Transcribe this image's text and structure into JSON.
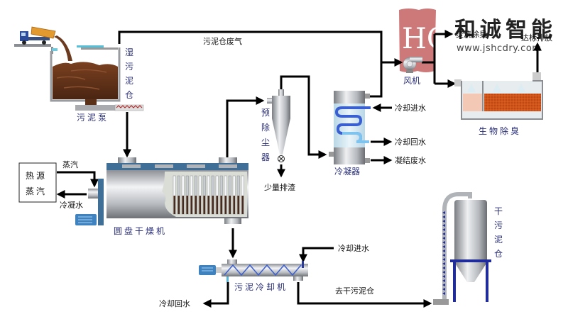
{
  "logo": {
    "mark": "HC",
    "brand_name": "和诚智能",
    "website": "www.jshcdry.com",
    "mark_color": "#c86a6a"
  },
  "equipment": {
    "wet_silo": [
      "湿",
      "污",
      "泥",
      "仓"
    ],
    "sludge_pump": "污泥泵",
    "disc_dryer": "圆盘干燥机",
    "cyclone": [
      "预",
      "除",
      "尘",
      "器"
    ],
    "condenser": "冷凝器",
    "fan": "风机",
    "bio_deodorizer": "生物除臭",
    "sludge_cooler": "污泥冷却机",
    "dry_silo": [
      "干",
      "污",
      "泥",
      "仓"
    ],
    "heat_source": [
      "热源",
      "蒸汽"
    ]
  },
  "flows": {
    "silo_exhaust": "污泥仓废气",
    "steam": "蒸汽",
    "condensate": "冷凝水",
    "dust_discharge": "少量排渣",
    "cond_cooling_in": "冷却进水",
    "cond_cooling_return": "冷却回水",
    "cond_waste_water": "凝结废水",
    "incineration": "焚烧除臭",
    "discharge_standard": "达标排放",
    "cooler_cooling_in": "冷却进水",
    "cooler_cooling_return": "冷却回水",
    "to_dry_silo": "去干污泥仓"
  },
  "colors": {
    "label_blue": "#2a2f7a",
    "sludge_brown": "#6b3a1f",
    "dryer_blue": "#3f6f96",
    "coil_blue": "#3a5fd0",
    "bio_media": "#d0541a",
    "silo_frame": "#1f2c9a"
  }
}
